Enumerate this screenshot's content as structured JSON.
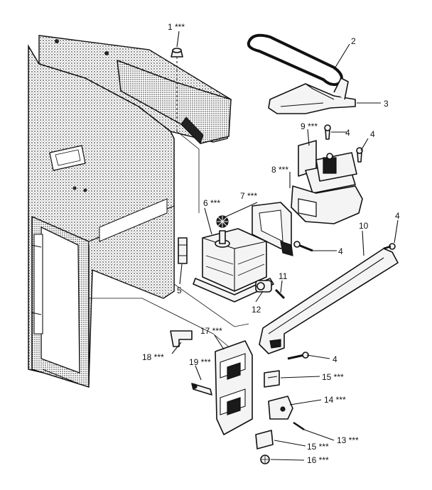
{
  "diagram": {
    "labels": [
      {
        "id": "p1",
        "text": "1 ***"
      },
      {
        "id": "p2",
        "text": "2"
      },
      {
        "id": "p3",
        "text": "3"
      },
      {
        "id": "p4a",
        "text": "4"
      },
      {
        "id": "p4b",
        "text": "4"
      },
      {
        "id": "p9",
        "text": "9 ***"
      },
      {
        "id": "p8",
        "text": "8 ***"
      },
      {
        "id": "p6",
        "text": "6 ***"
      },
      {
        "id": "p7",
        "text": "7 ***"
      },
      {
        "id": "p4c",
        "text": "4"
      },
      {
        "id": "p10",
        "text": "10"
      },
      {
        "id": "p4d",
        "text": "4"
      },
      {
        "id": "p5",
        "text": "5"
      },
      {
        "id": "p11",
        "text": "11"
      },
      {
        "id": "p12",
        "text": "12"
      },
      {
        "id": "p4e",
        "text": "4"
      },
      {
        "id": "p17",
        "text": "17 ***"
      },
      {
        "id": "p18",
        "text": "18 ***"
      },
      {
        "id": "p19",
        "text": "19 ***"
      },
      {
        "id": "p15a",
        "text": "15 ***"
      },
      {
        "id": "p14",
        "text": "14 ***"
      },
      {
        "id": "p13",
        "text": "13 ***"
      },
      {
        "id": "p15b",
        "text": "15 ***"
      },
      {
        "id": "p16",
        "text": "16 ***"
      }
    ]
  }
}
